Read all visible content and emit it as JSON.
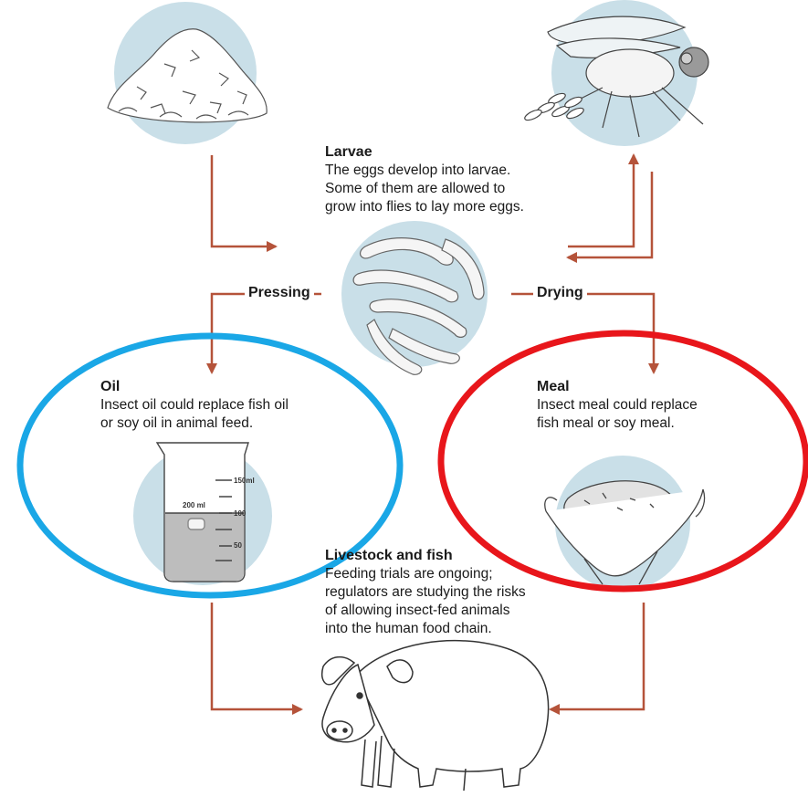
{
  "larvae": {
    "title": "Larvae",
    "desc": [
      "The eggs develop into larvae.",
      "Some of them are allowed to",
      "grow into flies to lay more eggs."
    ]
  },
  "pressing": {
    "label": "Pressing"
  },
  "drying": {
    "label": "Drying"
  },
  "oil": {
    "title": "Oil",
    "desc": [
      "Insect oil could replace fish oil",
      "or soy oil in animal feed."
    ],
    "beaker_marks": [
      "150ml",
      "200 ml",
      "100",
      "50"
    ]
  },
  "meal": {
    "title": "Meal",
    "desc": [
      "Insect meal could replace",
      "fish meal or soy meal."
    ]
  },
  "livestock": {
    "title": "Livestock and fish",
    "desc": [
      "Feeding trials are ongoing;",
      "regulators are studying the risks",
      "of allowing insect-fed animals",
      "into the human food chain."
    ]
  },
  "colors": {
    "arrow": "#b5533a",
    "circle_fill": "#c9dfe8",
    "highlight_oil": "#1aa7e6",
    "highlight_meal": "#e8161b"
  },
  "icons": [
    "waste-pile-icon",
    "fly-icon",
    "larvae-icon",
    "beaker-icon",
    "meal-hands-icon",
    "pig-icon"
  ]
}
